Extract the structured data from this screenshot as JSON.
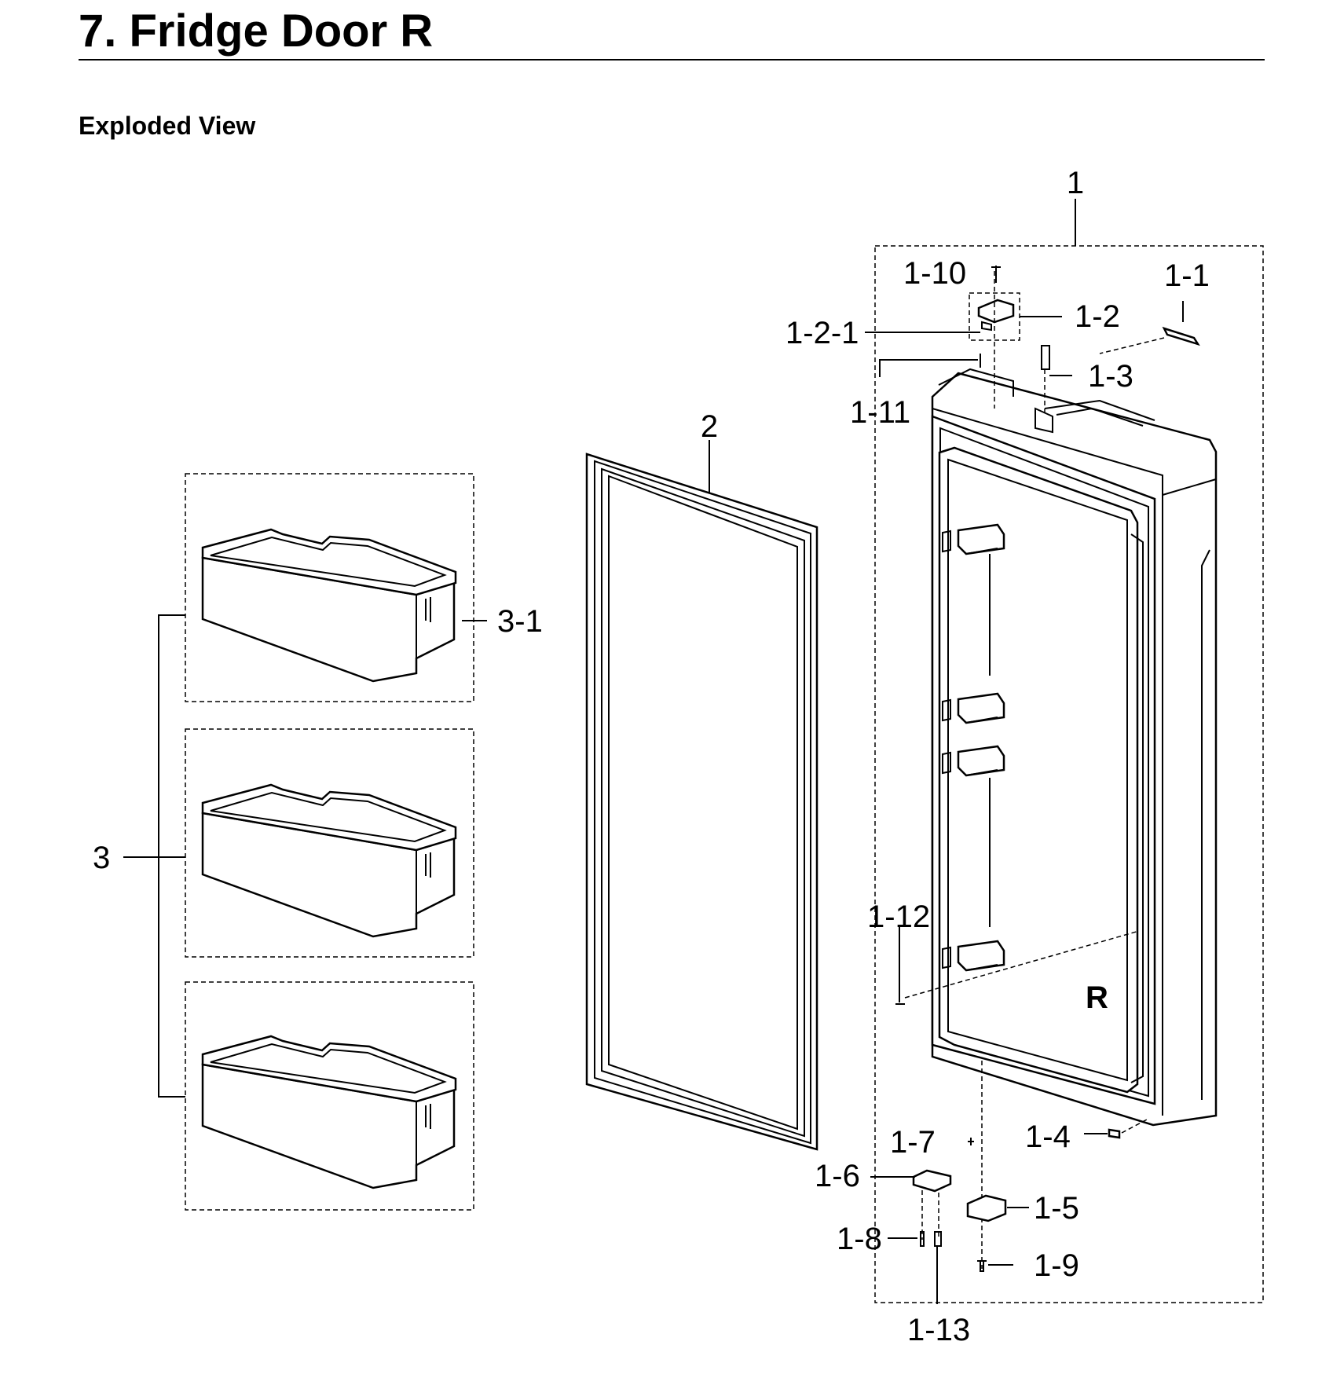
{
  "page": {
    "title": "7.  Fridge Door R",
    "subtitle": "Exploded View"
  },
  "door_mark": "R",
  "callouts": {
    "p1": "1",
    "p1_1": "1-1",
    "p1_2": "1-2",
    "p1_2_1": "1-2-1",
    "p1_3": "1-3",
    "p1_4": "1-4",
    "p1_5": "1-5",
    "p1_6": "1-6",
    "p1_7": "1-7",
    "p1_8": "1-8",
    "p1_9": "1-9",
    "p1_10": "1-10",
    "p1_11": "1-11",
    "p1_12": "1-12",
    "p1_13": "1-13",
    "p2": "2",
    "p3": "3",
    "p3_1": "3-1"
  }
}
